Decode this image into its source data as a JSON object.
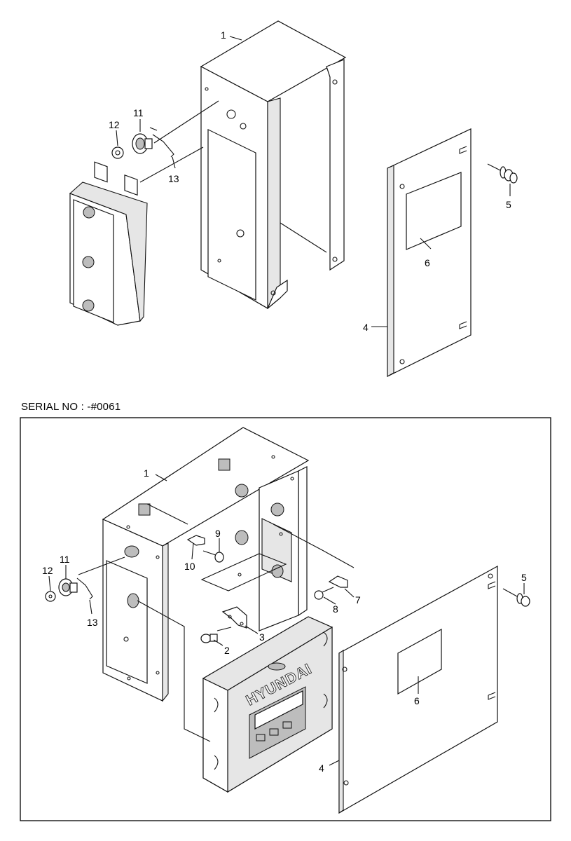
{
  "serial_label": "SERIAL NO : -#0061",
  "upper_view": {
    "callouts": {
      "c1": "1",
      "c4": "4",
      "c5": "5",
      "c6": "6",
      "c11": "11",
      "c12": "12",
      "c13": "13"
    }
  },
  "lower_view": {
    "callouts": {
      "c1": "1",
      "c2": "2",
      "c3": "3",
      "c4": "4",
      "c5": "5",
      "c6": "6",
      "c7": "7",
      "c8": "8",
      "c9": "9",
      "c10": "10",
      "c11": "11",
      "c12": "12",
      "c13": "13"
    },
    "brand": "HYUNDAI"
  }
}
